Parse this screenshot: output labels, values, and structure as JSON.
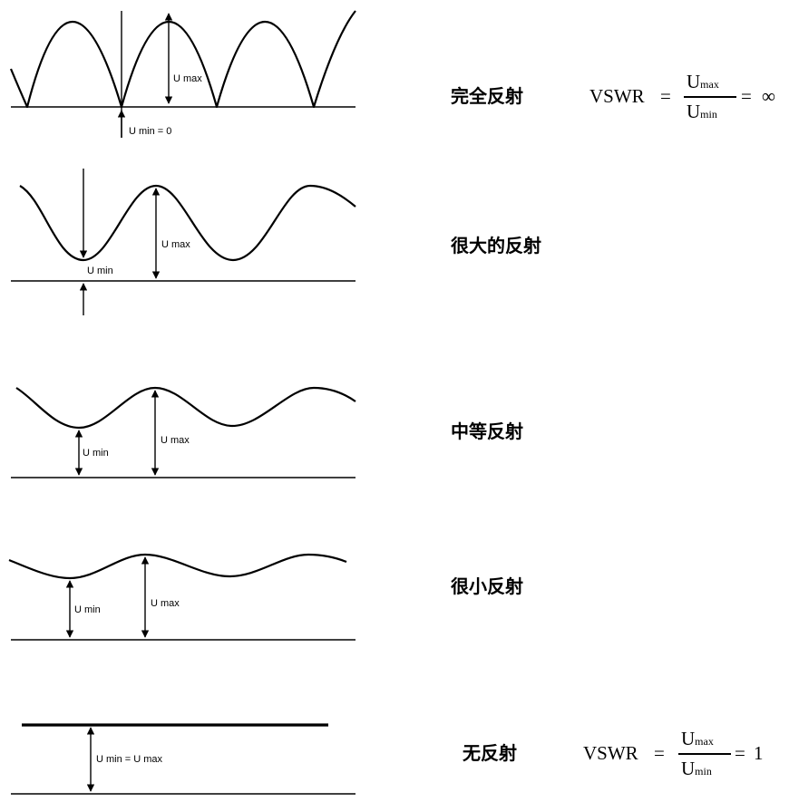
{
  "rows": [
    {
      "label": "完全反射",
      "u_min_label": "U min = 0",
      "u_max_label": "U max"
    },
    {
      "label": "很大的反射",
      "u_min_label": "U min",
      "u_max_label": "U max"
    },
    {
      "label": "中等反射",
      "u_min_label": "U min",
      "u_max_label": "U max"
    },
    {
      "label": "很小反射",
      "u_min_label": "U min",
      "u_max_label": "U max"
    },
    {
      "label": "无反射",
      "u_combined_label": "U min = U max"
    }
  ],
  "formula_full": {
    "lhs": "VSWR",
    "eq": "=",
    "num_sym": "U",
    "num_sub": "max",
    "den_sym": "U",
    "den_sub": "min",
    "eq2": "=",
    "rhs": "∞"
  },
  "formula_none": {
    "lhs": "VSWR",
    "eq": "=",
    "num_sym": "U",
    "num_sub": "max",
    "den_sym": "U",
    "den_sub": "min",
    "eq2": "=",
    "rhs": "1"
  }
}
